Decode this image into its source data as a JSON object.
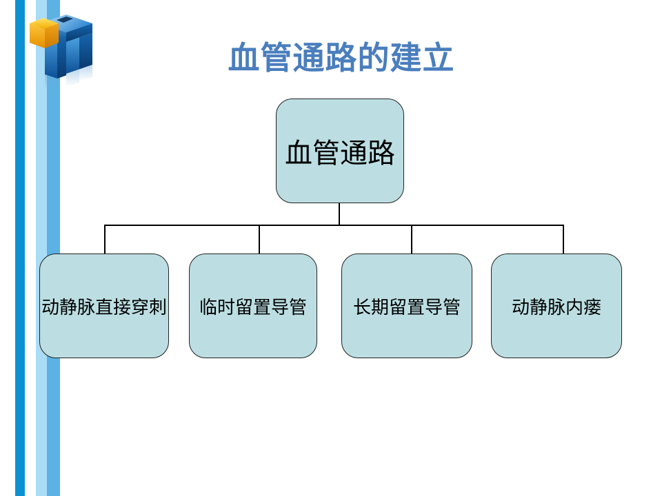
{
  "slide": {
    "title": "血管通路的建立"
  },
  "org_chart": {
    "root": {
      "label": "血管通路"
    },
    "children": [
      {
        "label": "动静脉直接穿刺"
      },
      {
        "label": "临时留置导管"
      },
      {
        "label": "长期留置导管"
      },
      {
        "label": "动静脉内瘘"
      }
    ]
  },
  "icons": {
    "logo": "3d-cubes-logo"
  },
  "theme": {
    "title_color": "#4A7EBD",
    "node_fill": "#BCDEE2",
    "node_border": "#202020",
    "connector_color": "#000000",
    "stripe_dark": "#0C92D2",
    "stripe_light": "#AADCF5",
    "stripe_mid": "#5CB2E2",
    "logo_orange": "#F6AE08",
    "logo_blue": "#2273C3"
  }
}
